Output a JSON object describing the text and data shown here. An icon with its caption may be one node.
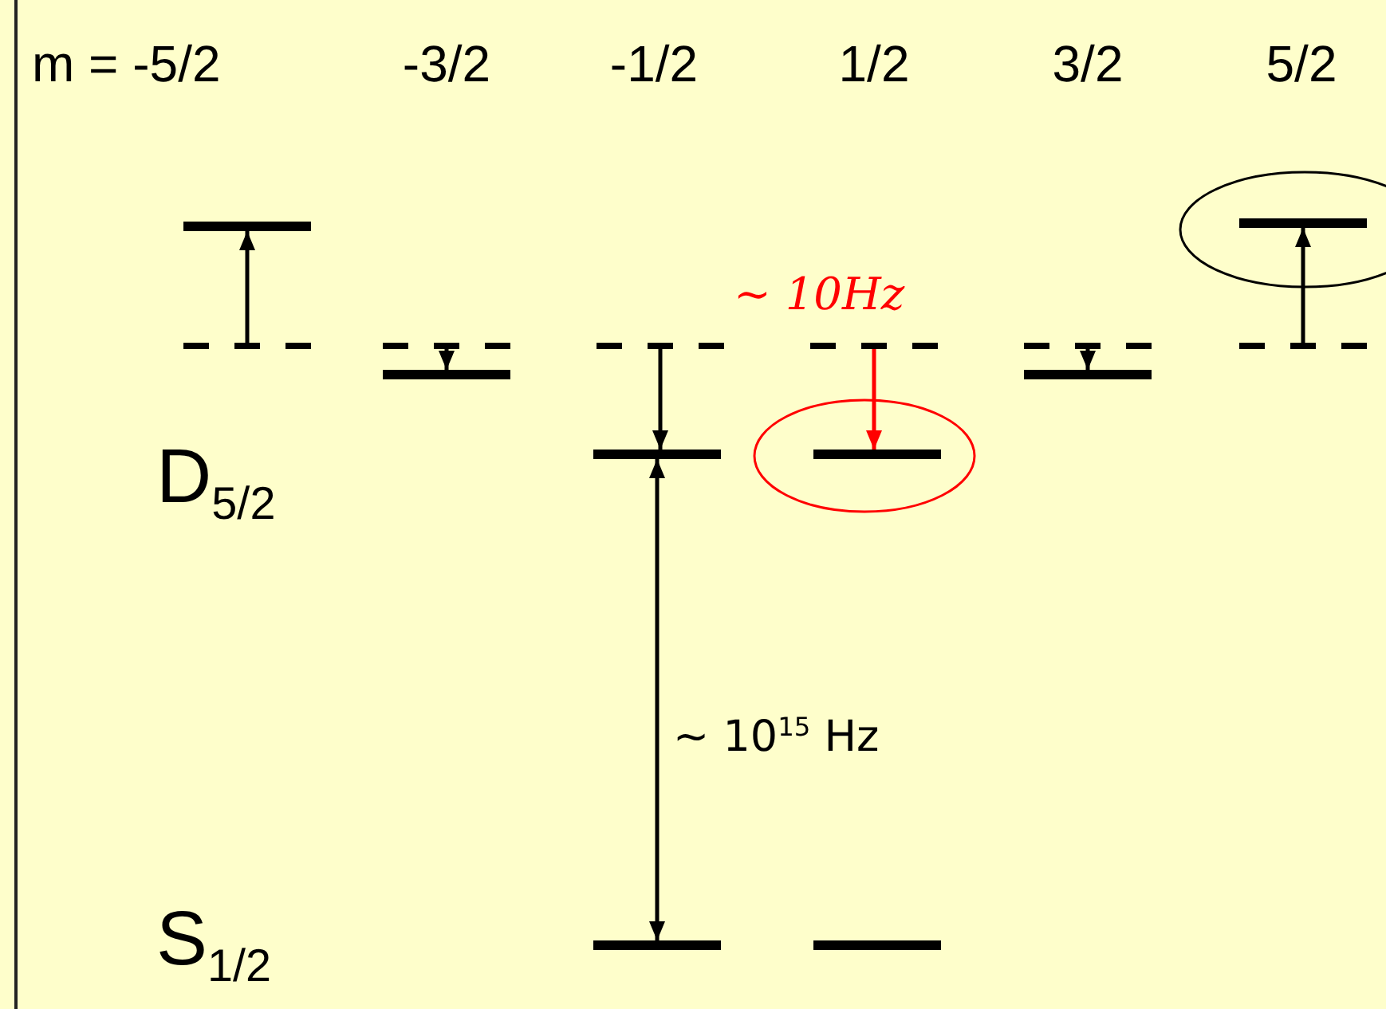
{
  "diagram": {
    "nodes": [
      {
        "text": [],
        "shape": "bar"
      },
      {
        "text": [],
        "shape": "bar"
      },
      {
        "text": [],
        "shape": "line"
      },
      {
        "text": [],
        "shape": "line"
      },
      {
        "text": [],
        "shape": "line"
      },
      {
        "text": [],
        "shape": "line"
      },
      {
        "text": [],
        "shape": "line"
      },
      {
        "text": [],
        "shape": "line"
      },
      {
        "text": [],
        "shape": "bar"
      },
      {
        "text": [],
        "shape": "bar"
      },
      {
        "text": [],
        "shape": "bar"
      },
      {
        "text": [],
        "shape": "bar"
      },
      {
        "text": [],
        "shape": "bar"
      },
      {
        "text": [],
        "shape": "bar"
      }
    ],
    "edges": [
      {
        "from": 2,
        "to": 0,
        "arrow": "to"
      },
      {
        "from": 3,
        "to": 8,
        "arrow": "to"
      },
      {
        "from": 4,
        "to": 10,
        "arrow": "to"
      },
      {
        "from": 5,
        "to": 11,
        "arrow": "to",
        "color": "#ff0000"
      },
      {
        "from": 6,
        "to": 9,
        "arrow": "to"
      },
      {
        "from": 7,
        "to": 1,
        "arrow": "to"
      },
      {
        "from": 10,
        "to": 12,
        "arrow": "both",
        "label": "∼ 10$^{15}$ Hz"
      }
    ],
    "labels": [
      "m = -5/2",
      "-3/2",
      "-1/2",
      "1/2",
      "3/2",
      "5/2",
      "∼ 10Hz",
      "D$_{5/2}$",
      "S$_{1/2}$"
    ]
  }
}
